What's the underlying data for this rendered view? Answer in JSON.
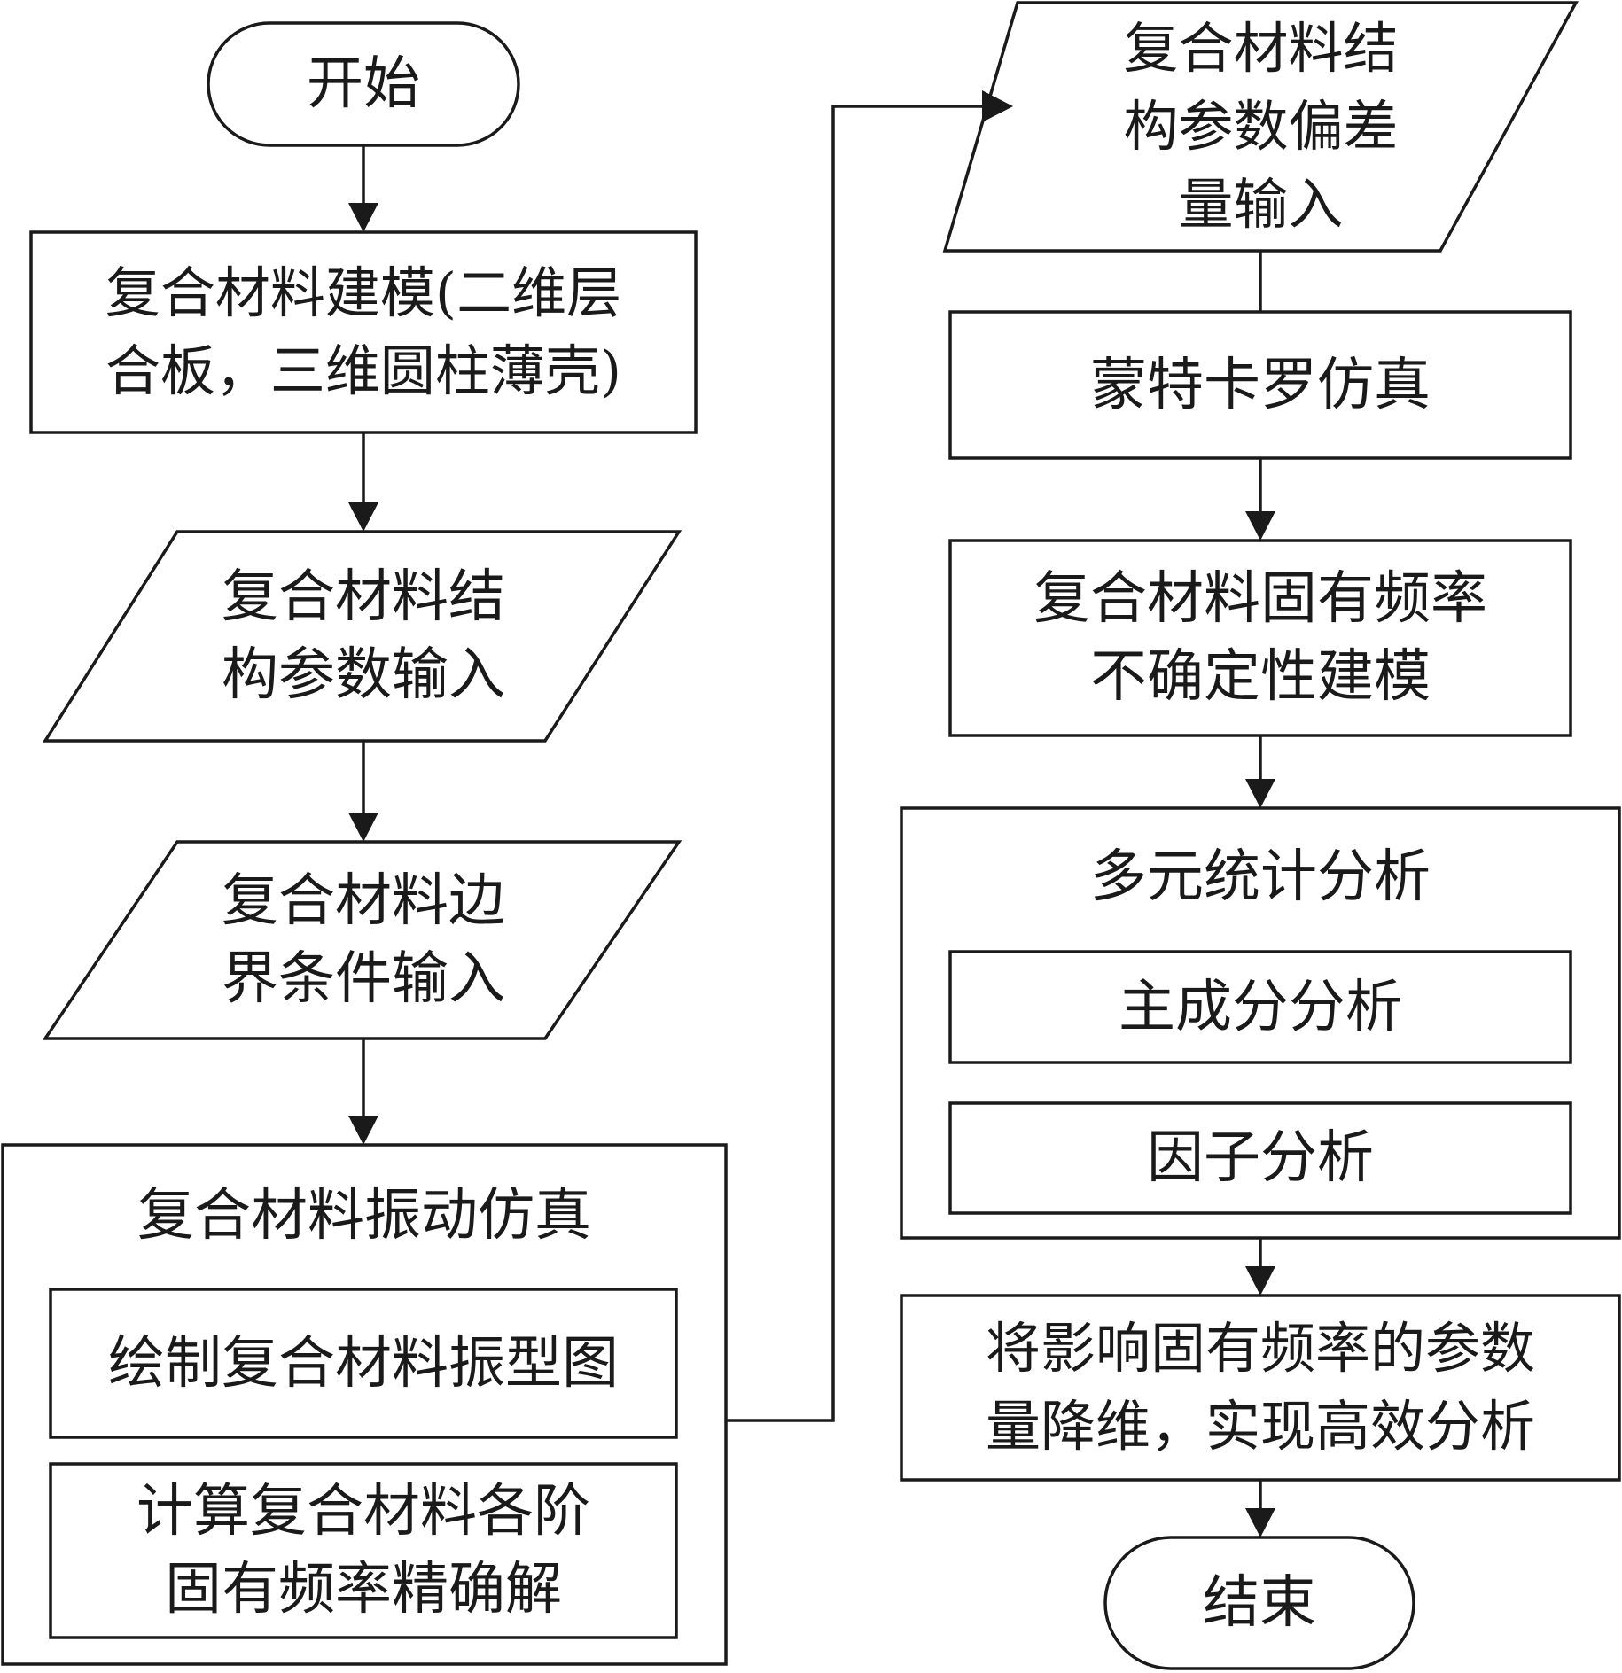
{
  "nodes": {
    "start": {
      "lines": [
        "开始"
      ]
    },
    "modeling": {
      "lines": [
        "复合材料建模(二维层",
        "合板，三维圆柱薄壳)"
      ]
    },
    "struct_input": {
      "lines": [
        "复合材料结",
        "构参数输入"
      ]
    },
    "boundary_input": {
      "lines": [
        "复合材料边",
        "界条件输入"
      ]
    },
    "vibration_group": {
      "lines": [
        "复合材料振动仿真"
      ]
    },
    "draw_mode": {
      "lines": [
        "绘制复合材料振型图"
      ]
    },
    "calc_freq": {
      "lines": [
        "计算复合材料各阶",
        "固有频率精确解"
      ]
    },
    "deviation_input": {
      "lines": [
        "复合材料结",
        "构参数偏差",
        "量输入"
      ]
    },
    "monte_carlo": {
      "lines": [
        "蒙特卡罗仿真"
      ]
    },
    "uncertainty": {
      "lines": [
        "复合材料固有频率",
        "不确定性建模"
      ]
    },
    "multivariate_group": {
      "lines": [
        "多元统计分析"
      ]
    },
    "pca": {
      "lines": [
        "主成分分析"
      ]
    },
    "factor": {
      "lines": [
        "因子分析"
      ]
    },
    "reduce": {
      "lines": [
        "将影响固有频率的参数",
        "量降维，实现高效分析"
      ]
    },
    "end": {
      "lines": [
        "结束"
      ]
    }
  }
}
